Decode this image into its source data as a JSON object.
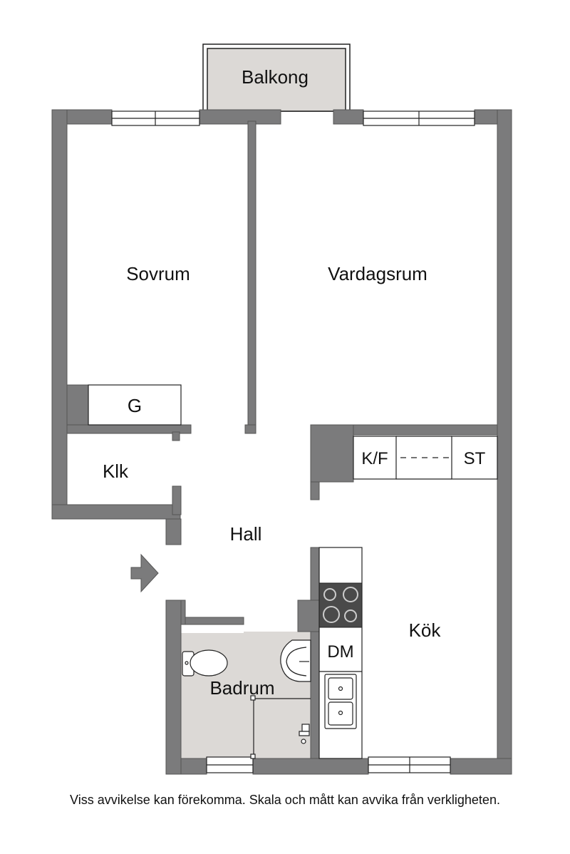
{
  "rooms": {
    "balcony": "Balkong",
    "bedroom": "Sovrum",
    "living_room": "Vardagsrum",
    "closet": "Klk",
    "wardrobe": "G",
    "hall": "Hall",
    "kitchen": "Kök",
    "bathroom": "Badrum"
  },
  "appliances": {
    "fridge_freezer": "K/F",
    "cabinet": "ST",
    "dishwasher": "DM"
  },
  "disclaimer": "Viss avvikelse kan förekomma. Skala och mått kan avvika från verkligheten.",
  "colors": {
    "wall": "#7b7b7c",
    "bathroom_floor": "#dcd9d6",
    "balcony_floor": "#dcd9d6",
    "stove_top": "#4a4a4a",
    "entry_arrow": "#7b7b7c"
  },
  "icons": [
    "entry-arrow-icon",
    "toilet-icon",
    "washbasin-icon",
    "sink-icon",
    "stove-icon",
    "faucet-icon"
  ]
}
